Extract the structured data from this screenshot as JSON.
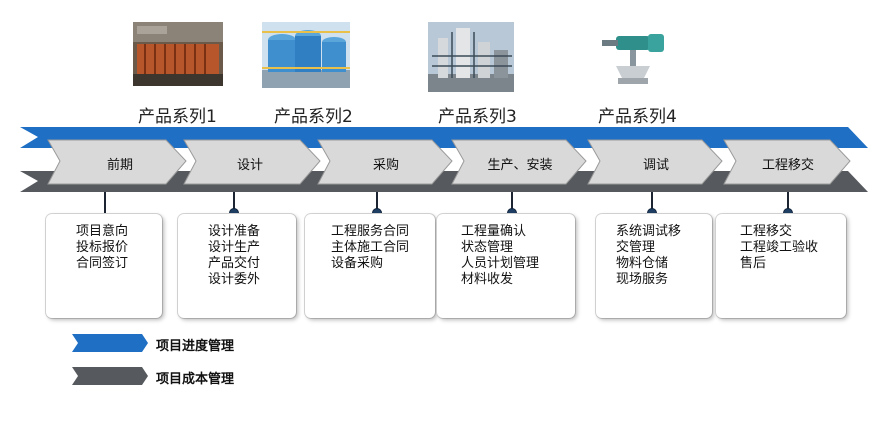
{
  "products": [
    {
      "label": "产品系列1",
      "icon": "filter-press-photo"
    },
    {
      "label": "产品系列2",
      "icon": "blue-tanks-photo"
    },
    {
      "label": "产品系列3",
      "icon": "plant-tower-photo"
    },
    {
      "label": "产品系列4",
      "icon": "agitator-photo"
    }
  ],
  "stages": [
    {
      "label": "前期",
      "items": [
        "项目意向",
        "投标报价",
        "合同签订"
      ]
    },
    {
      "label": "设计",
      "items": [
        "设计准备",
        "设计生产",
        "产品交付",
        "设计委外"
      ]
    },
    {
      "label": "采购",
      "items": [
        "工程服务合同",
        "主体施工合同",
        "设备采购"
      ]
    },
    {
      "label": "生产、安装",
      "items": [
        "工程量确认",
        "状态管理",
        "人员计划管理",
        "材料收发"
      ]
    },
    {
      "label": "调试",
      "items": [
        "系统调试移",
        "交管理",
        "物料仓储",
        "现场服务"
      ]
    },
    {
      "label": "工程移交",
      "items": [
        "工程移交",
        "工程竣工验收",
        "售后"
      ]
    }
  ],
  "legend": [
    {
      "label": "项目进度管理",
      "color": "#1f6fc4"
    },
    {
      "label": "项目成本管理",
      "color": "#565a5e"
    }
  ],
  "colors": {
    "progress_band": "#1f6fc4",
    "cost_band": "#565a5e",
    "stage_fill": "#d9d9d9"
  }
}
